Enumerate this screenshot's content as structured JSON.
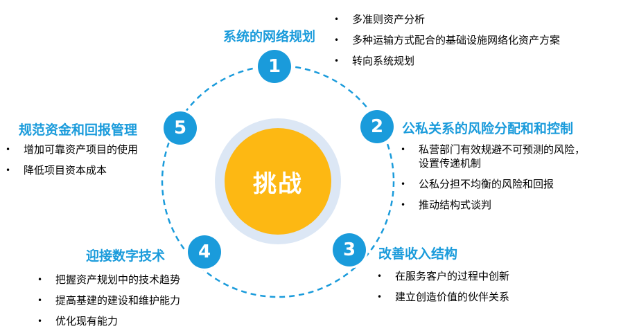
{
  "center": {
    "label": "挑战"
  },
  "colors": {
    "accent": "#1A9BDB",
    "center_fill": "#FDB813",
    "center_halo": "#DCE7F5"
  },
  "sections": [
    {
      "number": "1",
      "title": "系统的网络规划",
      "items": [
        "多准则资产分析",
        "多种运输方式配合的基础设施网络化资产方案",
        "转向系统规划"
      ]
    },
    {
      "number": "2",
      "title": "公私关系的风险分配和和控制",
      "items": [
        "私营部门有效规避不可预测的风险，",
        "设置传递机制",
        "公私分担不均衡的风险和回报",
        "推动结构式谈判"
      ]
    },
    {
      "number": "3",
      "title": "改善收入结构",
      "items": [
        "在服务客户的过程中创新",
        "建立创造价值的伙伴关系"
      ]
    },
    {
      "number": "4",
      "title": "迎接数字技术",
      "items": [
        "把握资产规划中的技术趋势",
        "提高基建的建设和维护能力",
        "优化现有能力"
      ]
    },
    {
      "number": "5",
      "title": "规范资金和回报管理",
      "items": [
        "增加可靠资产项目的使用",
        "降低项目资本成本"
      ]
    }
  ]
}
